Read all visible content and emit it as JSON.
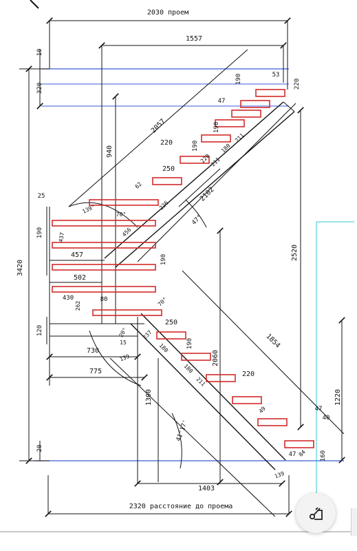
{
  "title_top": "2030 проем",
  "title_bottom": "2320 расстояние до проема",
  "dimensions": {
    "d1557": "1557",
    "d10": "10",
    "d320": "320",
    "d3420": "3420",
    "d20": "20",
    "d190_top": "190",
    "d53": "53",
    "d220_right": "220",
    "d47_a": "47",
    "d190_b": "190",
    "d2057": "2057",
    "d940": "940",
    "d220_step": "220",
    "d190_c": "190",
    "d211_a": "211",
    "d180_a": "180",
    "d211_b": "211",
    "d220_d": "220",
    "d250_a": "250",
    "d62": "62",
    "d25": "25",
    "d139_deg_a": "139°",
    "d70_deg_a": "70°",
    "d226": "226",
    "d47_deg": "47°",
    "d2102": "2102",
    "d190_left": "190",
    "d456": "456",
    "d437": "437",
    "d457": "457",
    "d190_mid": "190",
    "d502": "502",
    "d430": "430",
    "d262": "262",
    "d80": "80",
    "d2520": "2520",
    "d120": "120",
    "d250_b": "250",
    "d237": "237",
    "d190_d": "190",
    "d730": "730",
    "d15": "15",
    "d139_b": "139",
    "d2060": "2060",
    "d1854": "1854",
    "d775": "775",
    "d220_e": "220",
    "d211_c": "211",
    "d180_b": "180",
    "d1300": "1300",
    "d47_b": "47",
    "d40": "40",
    "d1220": "1220",
    "d160": "160",
    "d47_c": "47",
    "d41_17": "41°17'",
    "d139_c": "139",
    "d1403": "1403",
    "d20_deg": "20°",
    "d70_deg_b": "70°",
    "d180_c": "180",
    "d49": "49",
    "d84": "84"
  },
  "colors": {
    "line": "#111111",
    "tread": "#d22a2a",
    "guide_blue": "#3a5ad8",
    "guide_cyan": "#2fc8d8"
  },
  "icons": {
    "crop_button": "crop-edit-icon",
    "back": "back-arrow-icon"
  }
}
